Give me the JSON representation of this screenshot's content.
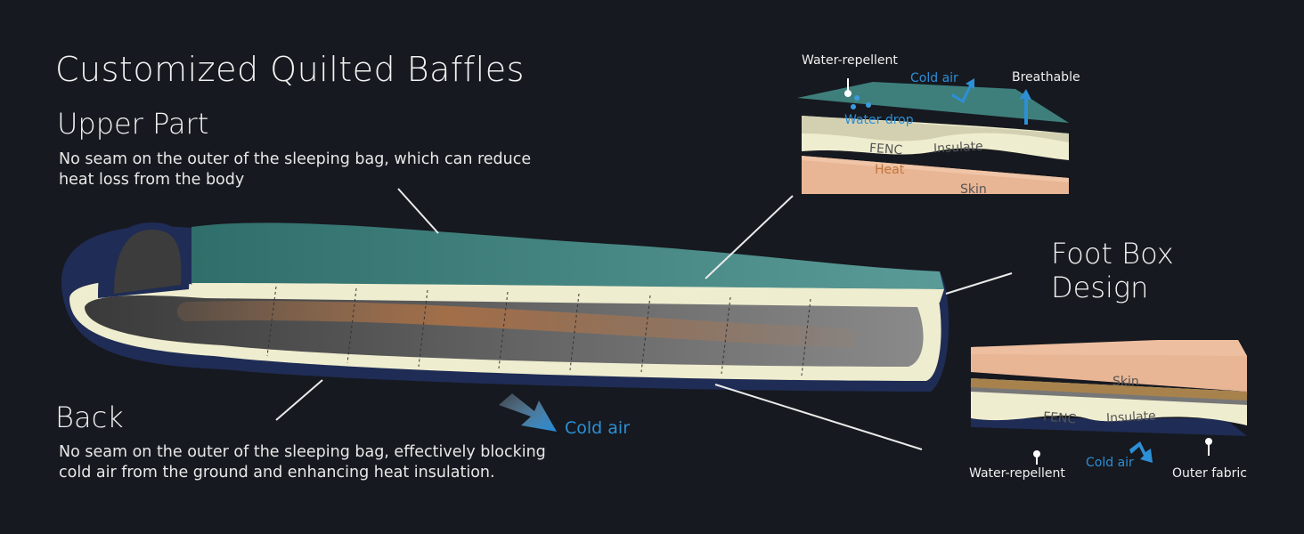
{
  "title": "Customized Quilted Baffles",
  "upper": {
    "heading": "Upper Part",
    "description": "No seam on the outer of the sleeping bag, which can reduce heat loss from the body"
  },
  "back": {
    "heading": "Back",
    "description": "No seam on the outer of the sleeping bag, effectively blocking cold air from the ground and enhancing heat insulation.",
    "cold_air": "Cold air"
  },
  "foot_box": {
    "line1": "Foot Box",
    "line2": "Design"
  },
  "top_diagram": {
    "water_repellent": "Water-repellent",
    "cold_air": "Cold air",
    "breathable": "Breathable",
    "water_drop": "Water drop",
    "fenc": "FENC",
    "insulate": "Insulate",
    "heat": "Heat",
    "skin": "Skin"
  },
  "bottom_diagram": {
    "skin": "Skin",
    "fenc": "FENC",
    "insulate": "Insulate",
    "water_repellent": "Water-repellent",
    "cold_air": "Cold air",
    "outer_fabric": "Outer fabric"
  },
  "colors": {
    "background": "#16191f",
    "accent_blue": "#2d8fd6",
    "outer_navy": "#1f2c55",
    "teal": "#3e7f7c",
    "cream": "#efedcf",
    "skin": "#e6b08f"
  }
}
